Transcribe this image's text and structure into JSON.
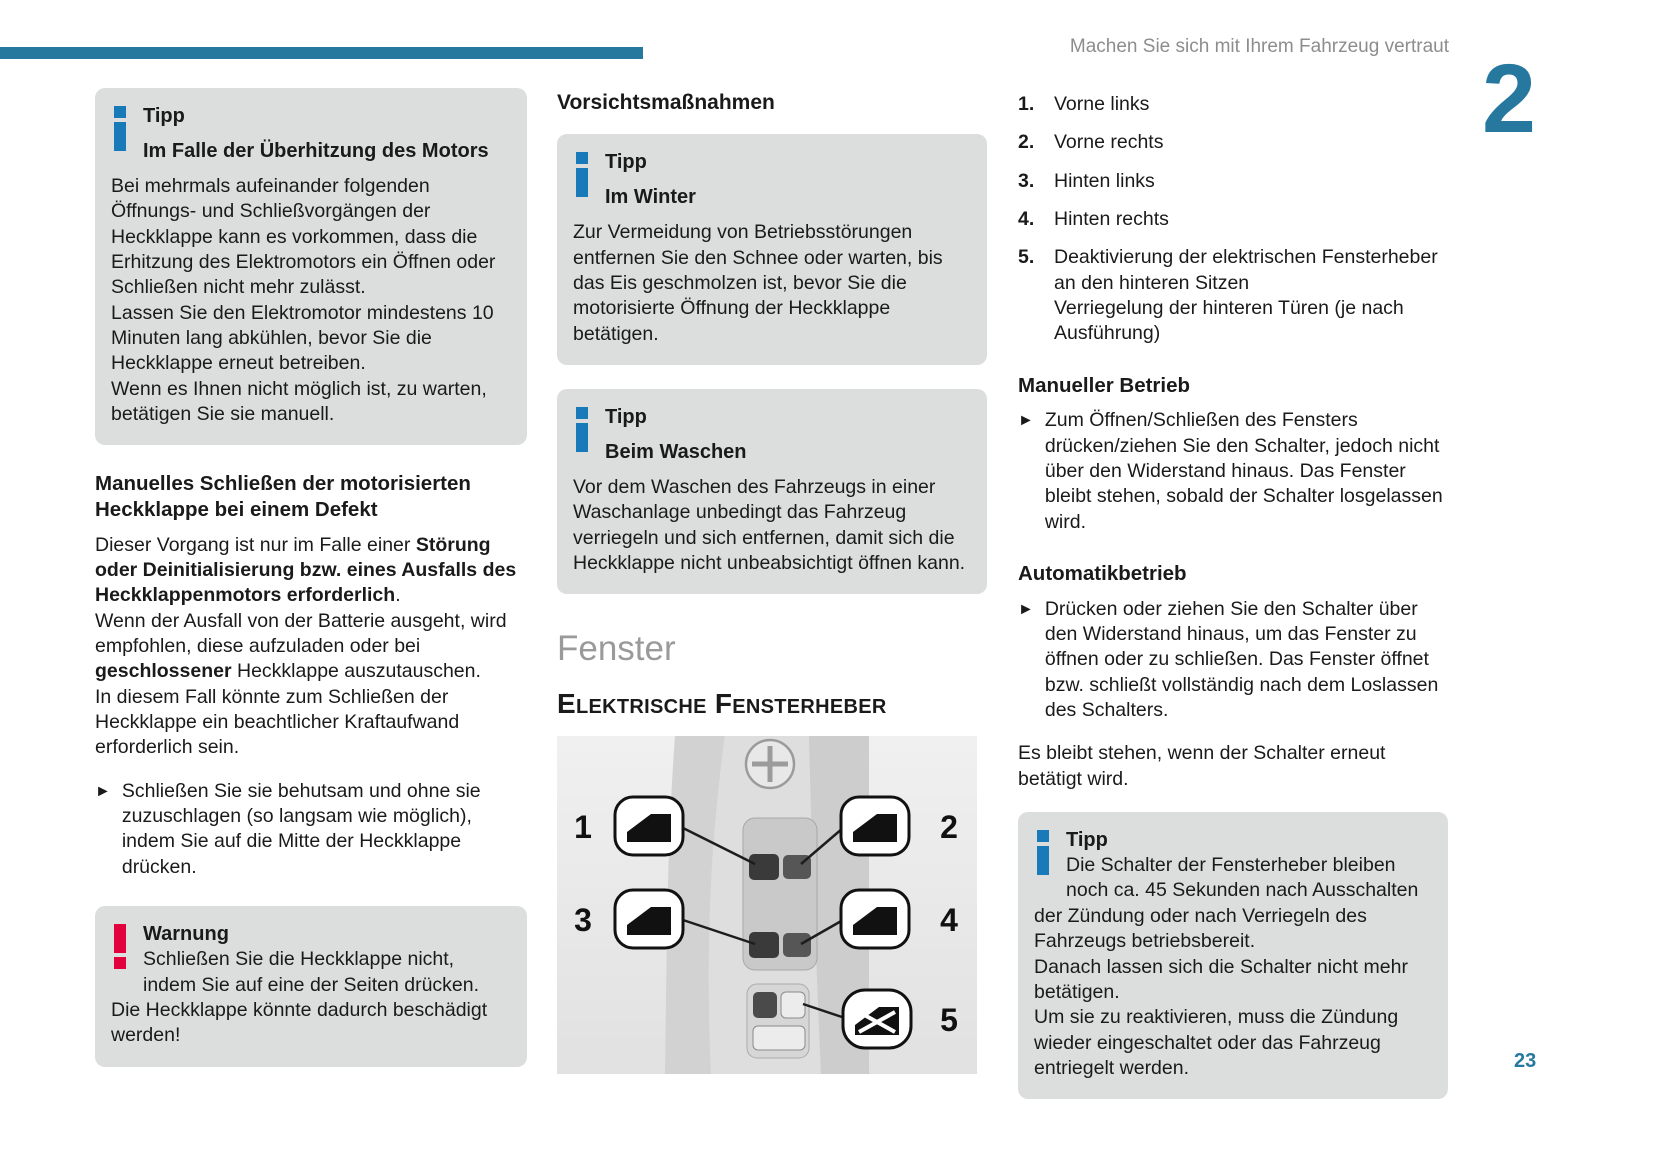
{
  "colors": {
    "teal": "#27789e",
    "blue": "#187ab9",
    "red": "#e2003c",
    "box": "#dbdedc",
    "muted": "#8d8d8d",
    "gray_title": "#9a9a9a"
  },
  "icons": {
    "bullet_arrow": "►"
  },
  "page": {
    "header_title": "Machen Sie sich mit Ihrem Fahrzeug vertraut",
    "chapter_number": "2",
    "page_number": "23"
  },
  "left_column": {
    "tip_overheat": {
      "label": "Tipp",
      "title": "Im Falle der Überhitzung des Motors",
      "body": "Bei mehrmals aufeinander folgenden Öffnungs- und Schließvorgängen der Heckklappe kann es vorkommen, dass die Erhitzung des Elektromotors ein Öffnen oder Schließen nicht mehr zulässt.\nLassen Sie den Elektromotor mindestens 10 Minuten lang abkühlen, bevor Sie die Heckklappe erneut betreiben.\nWenn es Ihnen nicht möglich ist, zu warten, betätigen Sie sie manuell."
    },
    "manual_close": {
      "heading": "Manuelles Schließen der motorisierten Heckklappe bei einem Defekt",
      "para": {
        "t1": "Dieser Vorgang ist nur im Falle einer ",
        "b1": "Störung oder Deinitialisierung bzw. eines Ausfalls des Heckklappenmotors erforderlich",
        "t2": ".\nWenn der Ausfall von der Batterie ausgeht, wird empfohlen, diese aufzuladen oder bei ",
        "b2": "geschlossener",
        "t3": " Heckklappe auszutauschen.\nIn diesem Fall könnte zum Schließen der Heckklappe ein beachtlicher Kraftaufwand erforderlich sein."
      },
      "bullet": "Schließen Sie sie behutsam und ohne sie zuzuschlagen (so langsam wie möglich), indem Sie auf die Mitte der Heckklappe drücken."
    },
    "warning": {
      "label": "Warnung",
      "body": "Schließen Sie die Heckklappe nicht, indem Sie auf eine der Seiten drücken.\nDie Heckklappe könnte dadurch beschädigt werden!"
    }
  },
  "middle_column": {
    "heading_precautions": "Vorsichtsmaßnahmen",
    "tip_winter": {
      "label": "Tipp",
      "title": "Im Winter",
      "body": "Zur Vermeidung von Betriebsstörungen entfernen Sie den Schnee oder warten, bis das Eis geschmolzen ist, bevor Sie die motorisierte Öffnung der Heckklappe betätigen."
    },
    "tip_wash": {
      "label": "Tipp",
      "title": "Beim Waschen",
      "body": "Vor dem Waschen des Fahrzeugs in einer Waschanlage unbedingt das Fahrzeug verriegeln und sich entfernen, damit sich die Heckklappe nicht unbeabsichtigt öffnen kann."
    },
    "section_title": "Fenster",
    "subsection_title": "Elektrische Fensterheber",
    "diagram": {
      "callouts": [
        "1",
        "2",
        "3",
        "4",
        "5"
      ]
    }
  },
  "right_column": {
    "numbered_list": [
      {
        "num": "1.",
        "text": "Vorne links"
      },
      {
        "num": "2.",
        "text": "Vorne rechts"
      },
      {
        "num": "3.",
        "text": "Hinten links"
      },
      {
        "num": "4.",
        "text": "Hinten rechts"
      },
      {
        "num": "5.",
        "text": "Deaktivierung der elektrischen Fensterheber an den hinteren Sitzen\nVerriegelung der hinteren Türen (je nach Ausführung)"
      }
    ],
    "manual_mode": {
      "heading": "Manueller Betrieb",
      "bullet": "Zum Öffnen/Schließen des Fensters drücken/ziehen Sie den Schalter, jedoch nicht über den Widerstand hinaus. Das Fenster bleibt stehen, sobald der Schalter losgelassen wird."
    },
    "auto_mode": {
      "heading": "Automatikbetrieb",
      "bullet": "Drücken oder ziehen Sie den Schalter über den Widerstand hinaus, um das Fenster zu öffnen oder zu schließen. Das Fenster öffnet bzw. schließt vollständig nach dem Loslassen des Schalters."
    },
    "para_stop": "Es bleibt stehen, wenn der Schalter erneut betätigt wird.",
    "tip_switches": {
      "label": "Tipp",
      "body": "Die Schalter der Fensterheber bleiben noch ca. 45 Sekunden nach Ausschalten der Zündung oder nach Verriegeln des Fahrzeugs betriebsbereit.\nDanach lassen sich die Schalter nicht mehr betätigen.\nUm sie zu reaktivieren, muss die Zündung wieder eingeschaltet oder das Fahrzeug entriegelt werden."
    }
  }
}
